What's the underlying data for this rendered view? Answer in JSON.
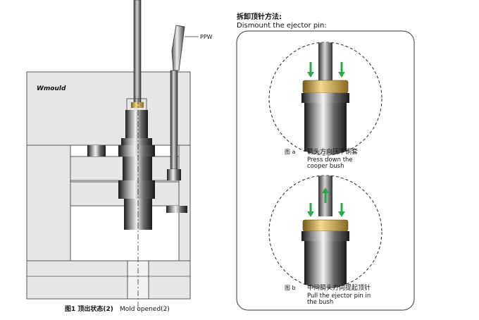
{
  "left_figure": {
    "brand_label": "Wmould",
    "ppw_label": "PPW",
    "caption_cn": "图1  顶出状态(2)",
    "caption_en": "Mold opened(2)"
  },
  "right_panel": {
    "title_cn": "拆卸顶针方法:",
    "title_en": "Dismount the ejector pin:",
    "fig_a": {
      "tag": "图 a",
      "label_cn": "箭头方向压下铜套",
      "label_en_line1": "Press down the",
      "label_en_line2": "cooper bush"
    },
    "fig_b": {
      "tag": "图 b",
      "label_cn": "中间箭头方向提起顶针",
      "label_en_line1": "Pull the ejector pin in",
      "label_en_line2": "the bush"
    }
  },
  "colors": {
    "mold_plate": "#e6e6e6",
    "plate_edge": "#555555",
    "brass": "#c9a24a",
    "steel_dark": "#3c3c3c",
    "arrow_green": "#2aa84a"
  }
}
